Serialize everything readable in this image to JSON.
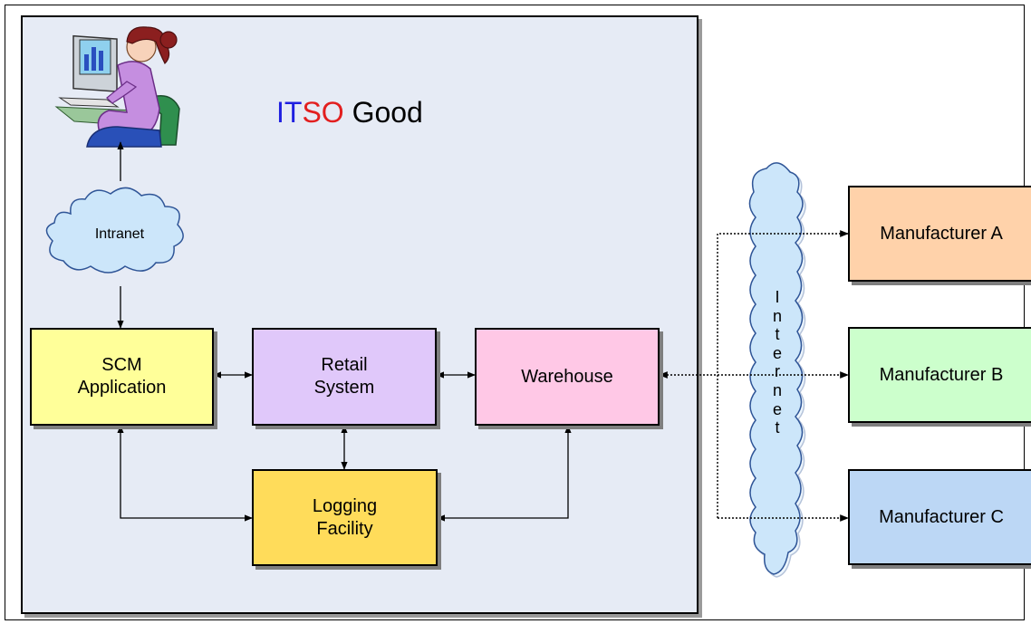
{
  "company": {
    "title_part1": "IT",
    "title_part2": "SO",
    "title_part3": " Good"
  },
  "colors": {
    "panel_bg": "#e6ebf5",
    "title_it": "#1f1fe0",
    "title_so": "#e21f1f",
    "scm": "#ffff99",
    "retail": "#e0c8fa",
    "warehouse": "#ffc8e6",
    "logging": "#ffdc5a",
    "manufacturer_a": "#ffd2aa",
    "manufacturer_b": "#ccffcc",
    "manufacturer_c": "#bcd7f5",
    "cloud": "#cce6fa"
  },
  "nodes": {
    "scm": "SCM\nApplication",
    "retail": "Retail\nSystem",
    "warehouse": "Warehouse",
    "logging": "Logging\nFacility",
    "intranet": "Intranet",
    "internet": "I\nn\nt\ne\nr\nn\ne\nt"
  },
  "manufacturers": [
    "Manufacturer A",
    "Manufacturer B",
    "Manufacturer C"
  ],
  "icons": {
    "user": "person-at-computer-icon"
  }
}
